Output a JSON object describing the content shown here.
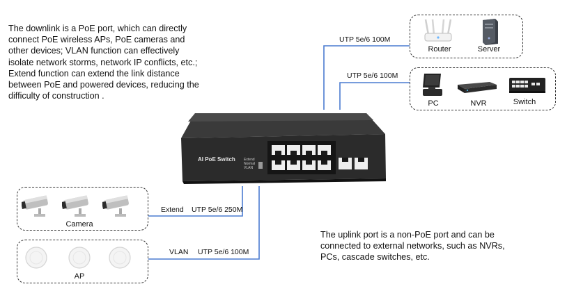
{
  "left_description": "The downlink is a PoE port, which can directly\nconnect PoE wireless APs, PoE cameras and\nother devices; VLAN function can effectively\nisolate network storms, network IP conflicts, etc.;\nExtend function can extend the link distance\nbetween PoE and powered devices, reducing the\ndifficulty of construction .",
  "right_description": "The uplink port is a non-PoE port and can be\nconnected to external networks, such as NVRs,\nPCs, cascade switches, etc.",
  "switch": {
    "front_label": "AI PoE Switch",
    "mode_labels": [
      "Extend",
      "Normal",
      "VLAN"
    ]
  },
  "uplink_top": {
    "cable_label": "UTP 5e/6  100M",
    "devices": [
      {
        "label": "Router",
        "icon": "router-icon"
      },
      {
        "label": "Server",
        "icon": "server-icon"
      }
    ]
  },
  "uplink_mid": {
    "cable_label": "UTP 5e/6  100M",
    "devices": [
      {
        "label": "PC",
        "icon": "pc-icon"
      },
      {
        "label": "NVR",
        "icon": "nvr-icon"
      },
      {
        "label": "Switch",
        "icon": "switch-icon"
      }
    ]
  },
  "downlink_camera": {
    "mode": "Extend",
    "cable_label": "UTP 5e/6  250M",
    "group_label": "Camera"
  },
  "downlink_ap": {
    "mode": "VLAN",
    "cable_label": "UTP 5e/6  100M",
    "group_label": "AP"
  },
  "colors": {
    "cable": "#4a7bd0",
    "switch_body": "#2b2b2b",
    "port_green": "#3aa64a"
  }
}
